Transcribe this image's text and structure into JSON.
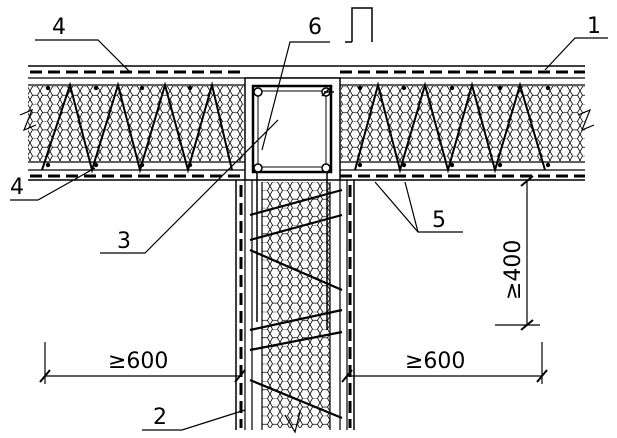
{
  "figure": {
    "labels": {
      "l1": "1",
      "l2": "2",
      "l3": "3",
      "l4_top": "4",
      "l4_bottom": "4",
      "l5": "5",
      "l6": "6"
    },
    "dimensions": {
      "left_span": "≥600",
      "right_span": "≥600",
      "vertical_span": "≥400"
    },
    "section_mark": "∏"
  }
}
